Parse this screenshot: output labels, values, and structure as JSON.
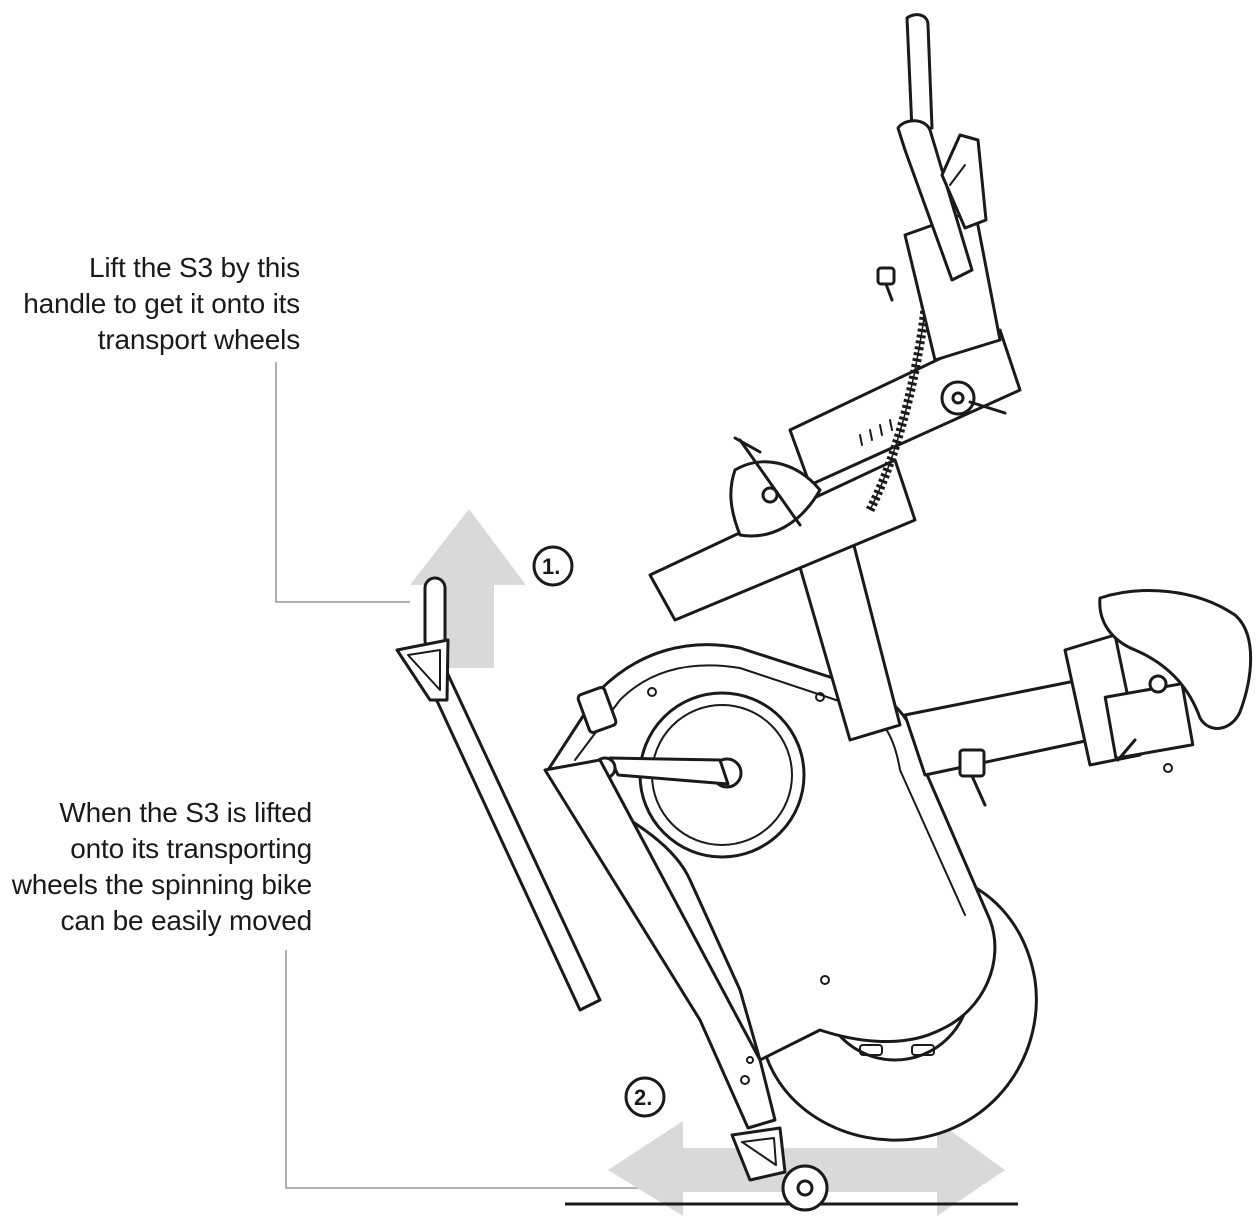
{
  "callouts": {
    "lift": {
      "line1": "Lift the S3 by this",
      "line2": "handle to get it onto its",
      "line3": "transport wheels"
    },
    "move": {
      "line1": "When the S3 is lifted",
      "line2": "onto its transporting",
      "line3": "wheels the spinning bike",
      "line4": "can be easily moved"
    }
  },
  "steps": {
    "one": "1.",
    "two": "2."
  },
  "colors": {
    "arrow_fill": "#d9d9d9",
    "line": "#1a1a1a",
    "leader": "#999999"
  }
}
